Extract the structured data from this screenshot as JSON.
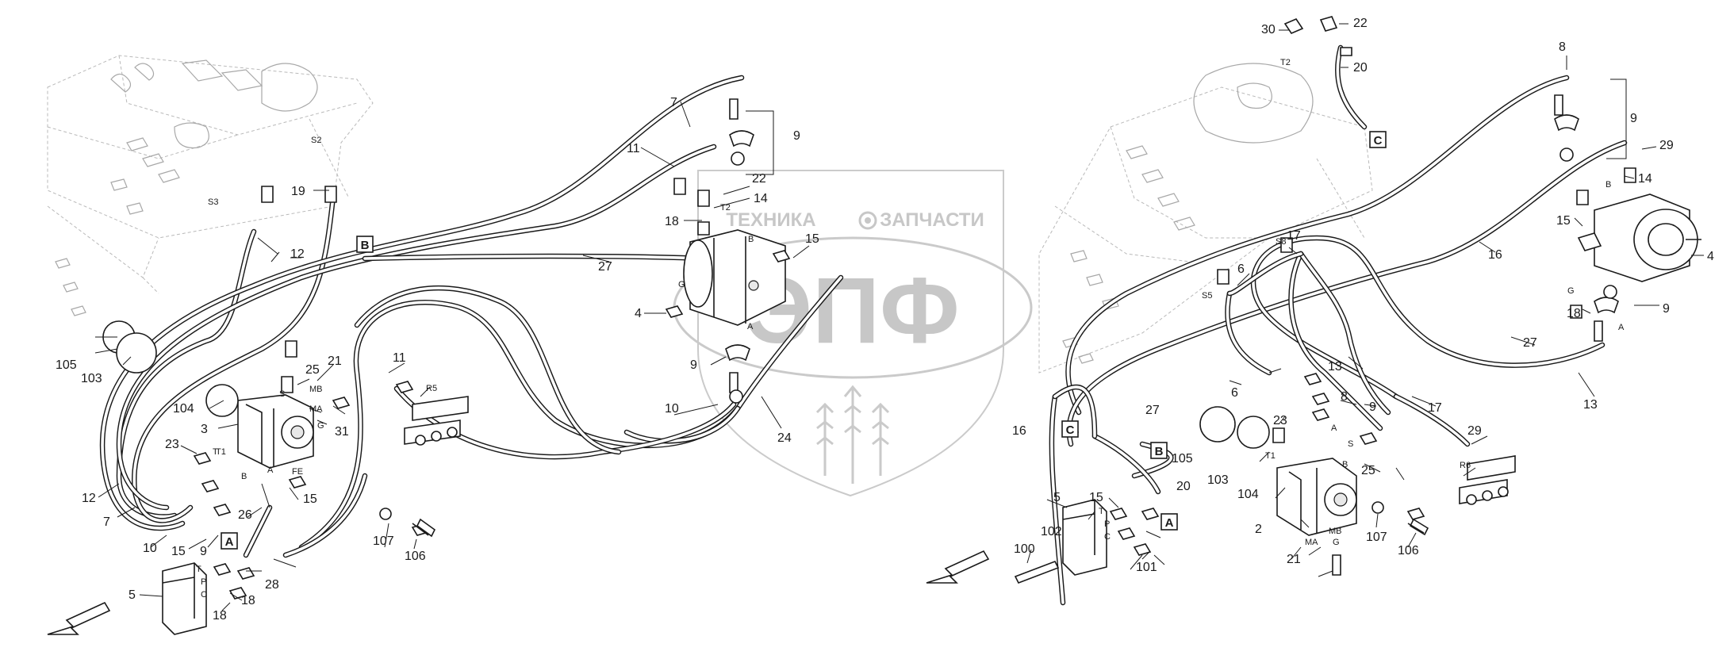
{
  "watermark": {
    "top_text_left": "ТЕХНИКА",
    "top_text_right": "ЗАПЧАСТИ",
    "logo": "ЭПФ"
  },
  "left_group": {
    "callouts": [
      "7",
      "11",
      "9",
      "22",
      "14",
      "18",
      "15",
      "4",
      "9",
      "10",
      "24",
      "27",
      "12",
      "19",
      "105",
      "103",
      "104",
      "3",
      "25",
      "21",
      "MB",
      "MA",
      "G",
      "31",
      "11",
      "R5",
      "23",
      "T1",
      "12",
      "7",
      "10",
      "15",
      "9",
      "26",
      "15",
      "A",
      "107",
      "106",
      "5",
      "28",
      "18",
      "18"
    ],
    "ports": [
      "S2",
      "S3",
      "B",
      "T2",
      "G",
      "A",
      "S",
      "T",
      "FE",
      "A",
      "B",
      "T",
      "P",
      "C"
    ],
    "box_labels": [
      "B",
      "A"
    ]
  },
  "right_group": {
    "callouts": [
      "30",
      "22",
      "20",
      "8",
      "9",
      "29",
      "14",
      "4",
      "15",
      "18",
      "9",
      "16",
      "27",
      "13",
      "17",
      "13",
      "8",
      "9",
      "17",
      "6",
      "6",
      "23",
      "25",
      "27",
      "16",
      "20",
      "8",
      "105",
      "103",
      "104",
      "5",
      "15",
      "100",
      "102",
      "101",
      "2",
      "21",
      "107",
      "106",
      "29",
      "R6"
    ],
    "ports": [
      "T2",
      "B",
      "A",
      "G",
      "S8",
      "S5",
      "T1",
      "S",
      "B",
      "A",
      "MA",
      "MB",
      "G",
      "T",
      "P",
      "C"
    ],
    "box_labels": [
      "C",
      "C",
      "B",
      "A"
    ]
  },
  "icons": [
    "direction-arrow-icon",
    "direction-arrow-icon",
    "gear-icon",
    "wheat-icon"
  ]
}
